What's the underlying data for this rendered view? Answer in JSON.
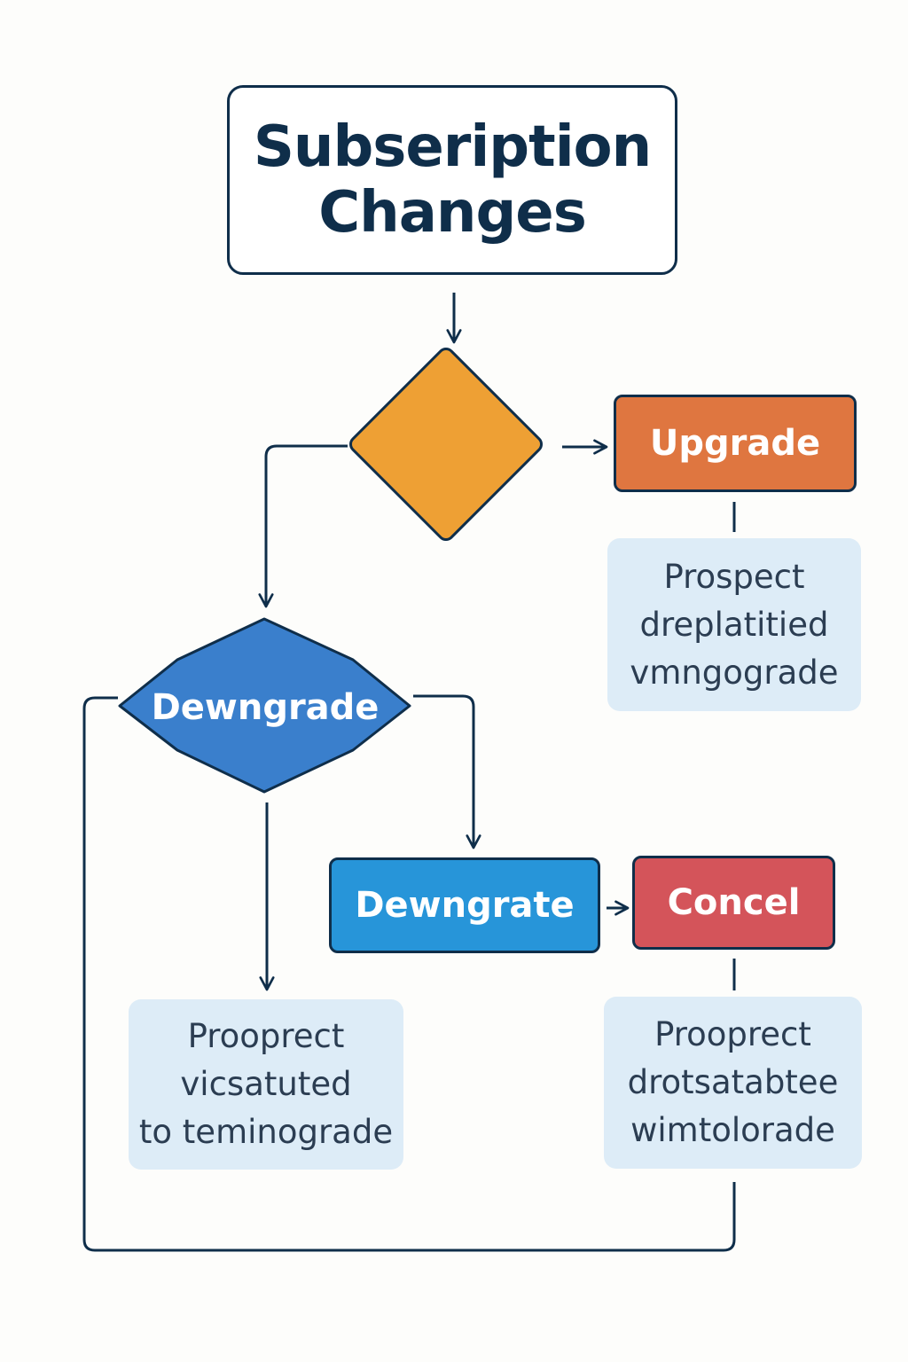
{
  "title": {
    "line1": "Subseription",
    "line2": "Changes"
  },
  "nodes": {
    "decision_label": "",
    "downgrade_decision": "Dewngrade",
    "upgrade": "Upgrade",
    "downgrate": "Dewngrate",
    "cancel": "Concel"
  },
  "notes": {
    "upgrade_note": [
      "Prospect",
      "dreplatitied",
      "vmngograde"
    ],
    "downgrade_note": [
      "Prooprect",
      "vicsatuted",
      "to  teminograde"
    ],
    "cancel_note": [
      "Prooprect",
      "drotsatabtee",
      "wimtolorade"
    ]
  },
  "colors": {
    "line": "#0f2e4a",
    "decision": "#eea034",
    "downgrade_decision": "#3a7fcc",
    "upgrade": "#df7640",
    "downgrate": "#2795d9",
    "cancel": "#d4545a",
    "note": "#ddecf7"
  }
}
